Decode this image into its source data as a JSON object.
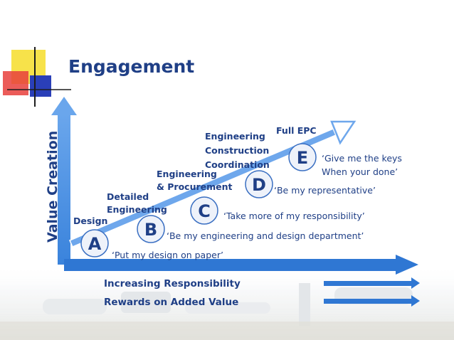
{
  "slide": {
    "title": "Engagement",
    "y_axis_label": "Value Creation",
    "colors": {
      "primary_blue": "#1f3f86",
      "arrow_blue": "#2f77d3",
      "circle_fill": "#eef2fa",
      "accent_yellow": "#f7e24a",
      "accent_red": "#e8403c"
    }
  },
  "stages": [
    {
      "letter": "A",
      "label_lines": [
        "Design"
      ],
      "quote": "‘Put my design on paper’"
    },
    {
      "letter": "B",
      "label_lines": [
        "Detailed",
        "Engineering"
      ],
      "quote": "‘Be my engineering and design department’"
    },
    {
      "letter": "C",
      "label_lines": [
        "Engineering",
        "& Procurement"
      ],
      "quote": "‘Take more of my responsibility’"
    },
    {
      "letter": "D",
      "label_lines": [
        "Engineering",
        "Construction",
        "Coordination"
      ],
      "quote": "‘Be my representative’"
    },
    {
      "letter": "E",
      "label_lines": [
        "Full EPC"
      ],
      "quote_lines": [
        "‘Give me the keys",
        "When your done’"
      ]
    }
  ],
  "bottom_labels": {
    "responsibility": "Increasing Responsibility",
    "rewards": "Rewards on Added Value"
  }
}
